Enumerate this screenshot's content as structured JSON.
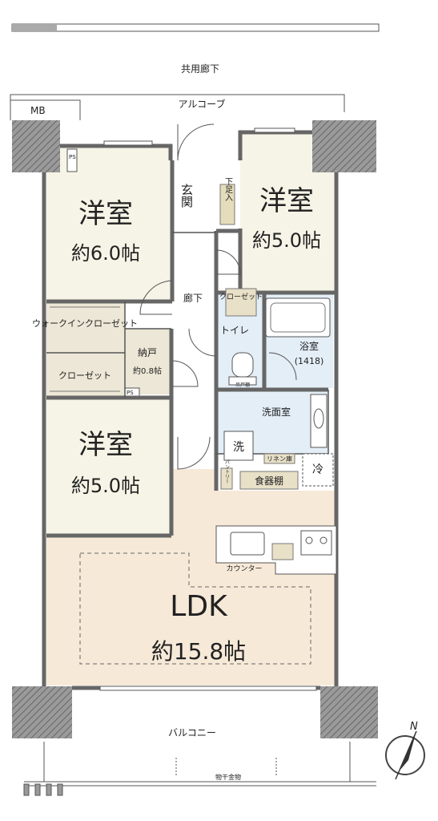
{
  "labels": {
    "corridor": "共用廊下",
    "alcove": "アルコーブ",
    "mb": "MB",
    "ps": "PS",
    "balcony": "バルコニー",
    "drying_hardware": "物干金物",
    "compass_n": "N"
  },
  "rooms": {
    "western1": {
      "name": "洋室",
      "size": "約6.0帖"
    },
    "western2": {
      "name": "洋室",
      "size": "約5.0帖"
    },
    "western3": {
      "name": "洋室",
      "size": "約5.0帖"
    },
    "ldk": {
      "name": "LDK",
      "size": "約15.8帖"
    },
    "entrance": {
      "name": "玄関"
    },
    "shoe": {
      "name": "下足入"
    },
    "hallway": {
      "name": "廊下"
    },
    "closet_top": {
      "name": "クローゼット"
    },
    "toilet": {
      "name": "トイレ"
    },
    "bath": {
      "name": "浴室",
      "size": "(1418)"
    },
    "washroom": {
      "name": "洗面室"
    },
    "washer": {
      "name": "洗"
    },
    "linen": {
      "name": "リネン庫"
    },
    "fridge": {
      "name": "冷"
    },
    "dish": {
      "name": "食器棚"
    },
    "pantry": {
      "name": "パントリー"
    },
    "storage": {
      "name": "納戸",
      "size": "約0.8帖"
    },
    "walkin": {
      "name": "ウォークインクローゼット"
    },
    "closet_left": {
      "name": "クローゼット"
    },
    "counter": {
      "name": "カウンター"
    },
    "toilet_shelf": {
      "name": "吊戸棚"
    }
  }
}
